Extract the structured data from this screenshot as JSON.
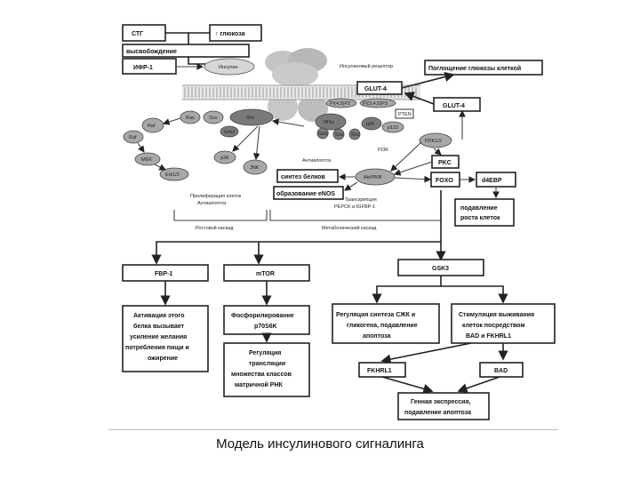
{
  "caption": "Модель инсулинового сигналинга",
  "boxes": {
    "stg": "СТГ",
    "glucose": "↑ глюкоза",
    "release": "высвобождение",
    "ifr1": "ИФР-1",
    "glucose_uptake": "Поглощение глюкозы клеткой",
    "glut4_top": "GLUT-4",
    "glut4_right": "GLUT-4",
    "pkc": "PKC",
    "foxo": "FOXO",
    "d4ebp": "d4EBP",
    "growth_suppression": [
      "подавление",
      "роста клеток"
    ],
    "protein_synthesis": "синтез белков",
    "enos": "образование eNOS",
    "fbp1": "FBP-1",
    "mtor": "mTOR",
    "gsk3": "GSK3",
    "fbp1_desc": [
      "Активация этого",
      "белка вызывает",
      "усиление желания",
      "потребления пищи и",
      "ожирение"
    ],
    "mtor_desc": [
      "Фосфорилирование",
      "p70S6K"
    ],
    "translation": [
      "Регуляция",
      "трансляции",
      "множества классов",
      "матричной РНК"
    ],
    "gsk3_desc1": [
      "Регуляция синтеза СЖК и",
      "гликогена, подавление",
      "апоптоза"
    ],
    "gsk3_desc2": [
      "Стимуляция выживания",
      "клеток посредством",
      "BAD и FKHRL1"
    ],
    "fkhrl1": "FKHRL1",
    "bad": "BAD",
    "gene_expr": [
      "Генная экспрессия,",
      "подавление апоптоза"
    ]
  },
  "nodes": {
    "insulin": "Инсулин",
    "receptor": "Инсулиновый рецептор",
    "pip2": "PI(4,5)P2",
    "pip3": "PI(3,4,5)P3",
    "pten": "PTEN",
    "p110": "p110",
    "p85": "p85",
    "irs": "IRSs",
    "grb2_b": "Grb2",
    "sos_b": "Sos",
    "shc_b": "Shc",
    "pi3k": "PI3K",
    "pdk": "PDK1/2",
    "akt": "Akt/PKB",
    "ras": "Ras",
    "sos": "Sos",
    "shc": "Shc",
    "grb2": "Grb2",
    "raf": "Raf",
    "mek": "MEK",
    "erk": "Erk1/2",
    "p38": "p38",
    "jnk": "JNK",
    "antiapoptosis": "Антиапоптоз",
    "proliferation": [
      "Пролиферация клеток",
      "Антиапоптоз"
    ],
    "transcription": [
      "Транскрипция",
      "PEPCK и IGFBP-1"
    ]
  },
  "labels": {
    "growth_path": "Ростовой каскад",
    "metabolic_path": "Метаболический каскад"
  }
}
